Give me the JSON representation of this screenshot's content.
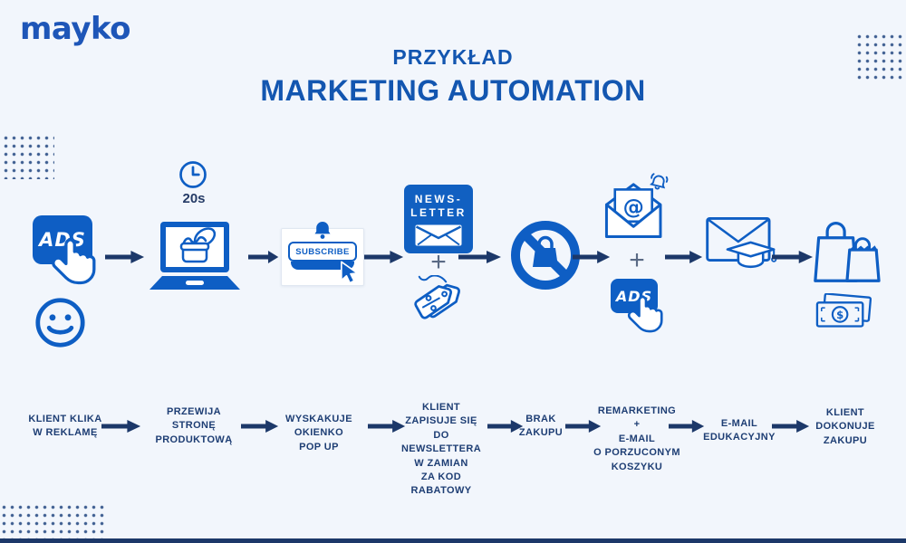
{
  "colors": {
    "background": "#f2f6fc",
    "icon_blue": "#0e5ec4",
    "navy": "#1c3869",
    "title_blue": "#1356b0",
    "logo_blue": "#1e56b8",
    "white": "#ffffff"
  },
  "header": {
    "logo": "mayko",
    "kicker": "PRZYKŁAD",
    "title": "MARKETING AUTOMATION"
  },
  "flow": {
    "ads_button_label": "ADS",
    "timer_text": "20s",
    "subscribe_button_label": "SUBSCRIBE",
    "newsletter_line1": "NEWS-",
    "newsletter_line2": "LETTER",
    "plus": "+",
    "remarketing_ads_label": "ADS",
    "at_symbol": "@",
    "dollar_symbol": "$"
  },
  "steps": [
    {
      "label": "KLIENT KLIKA\nW REKLAMĘ"
    },
    {
      "label": "PRZEWIJA\nSTRONĘ\nPRODUKTOWĄ"
    },
    {
      "label": "WYSKAKUJE\nOKIENKO\nPOP UP"
    },
    {
      "label": "KLIENT\nZAPISUJE SIĘ\nDO\nNEWSLETTERA\nW ZAMIAN\nZA KOD\nRABATOWY"
    },
    {
      "label": "BRAK\nZAKUPU"
    },
    {
      "label": "REMARKETING\n+\nE-MAIL\nO PORZUCONYM\nKOSZYKU"
    },
    {
      "label": "E-MAIL\nEDUKACYJNY"
    },
    {
      "label": "KLIENT\nDOKONUJE\nZAKUPU"
    }
  ]
}
